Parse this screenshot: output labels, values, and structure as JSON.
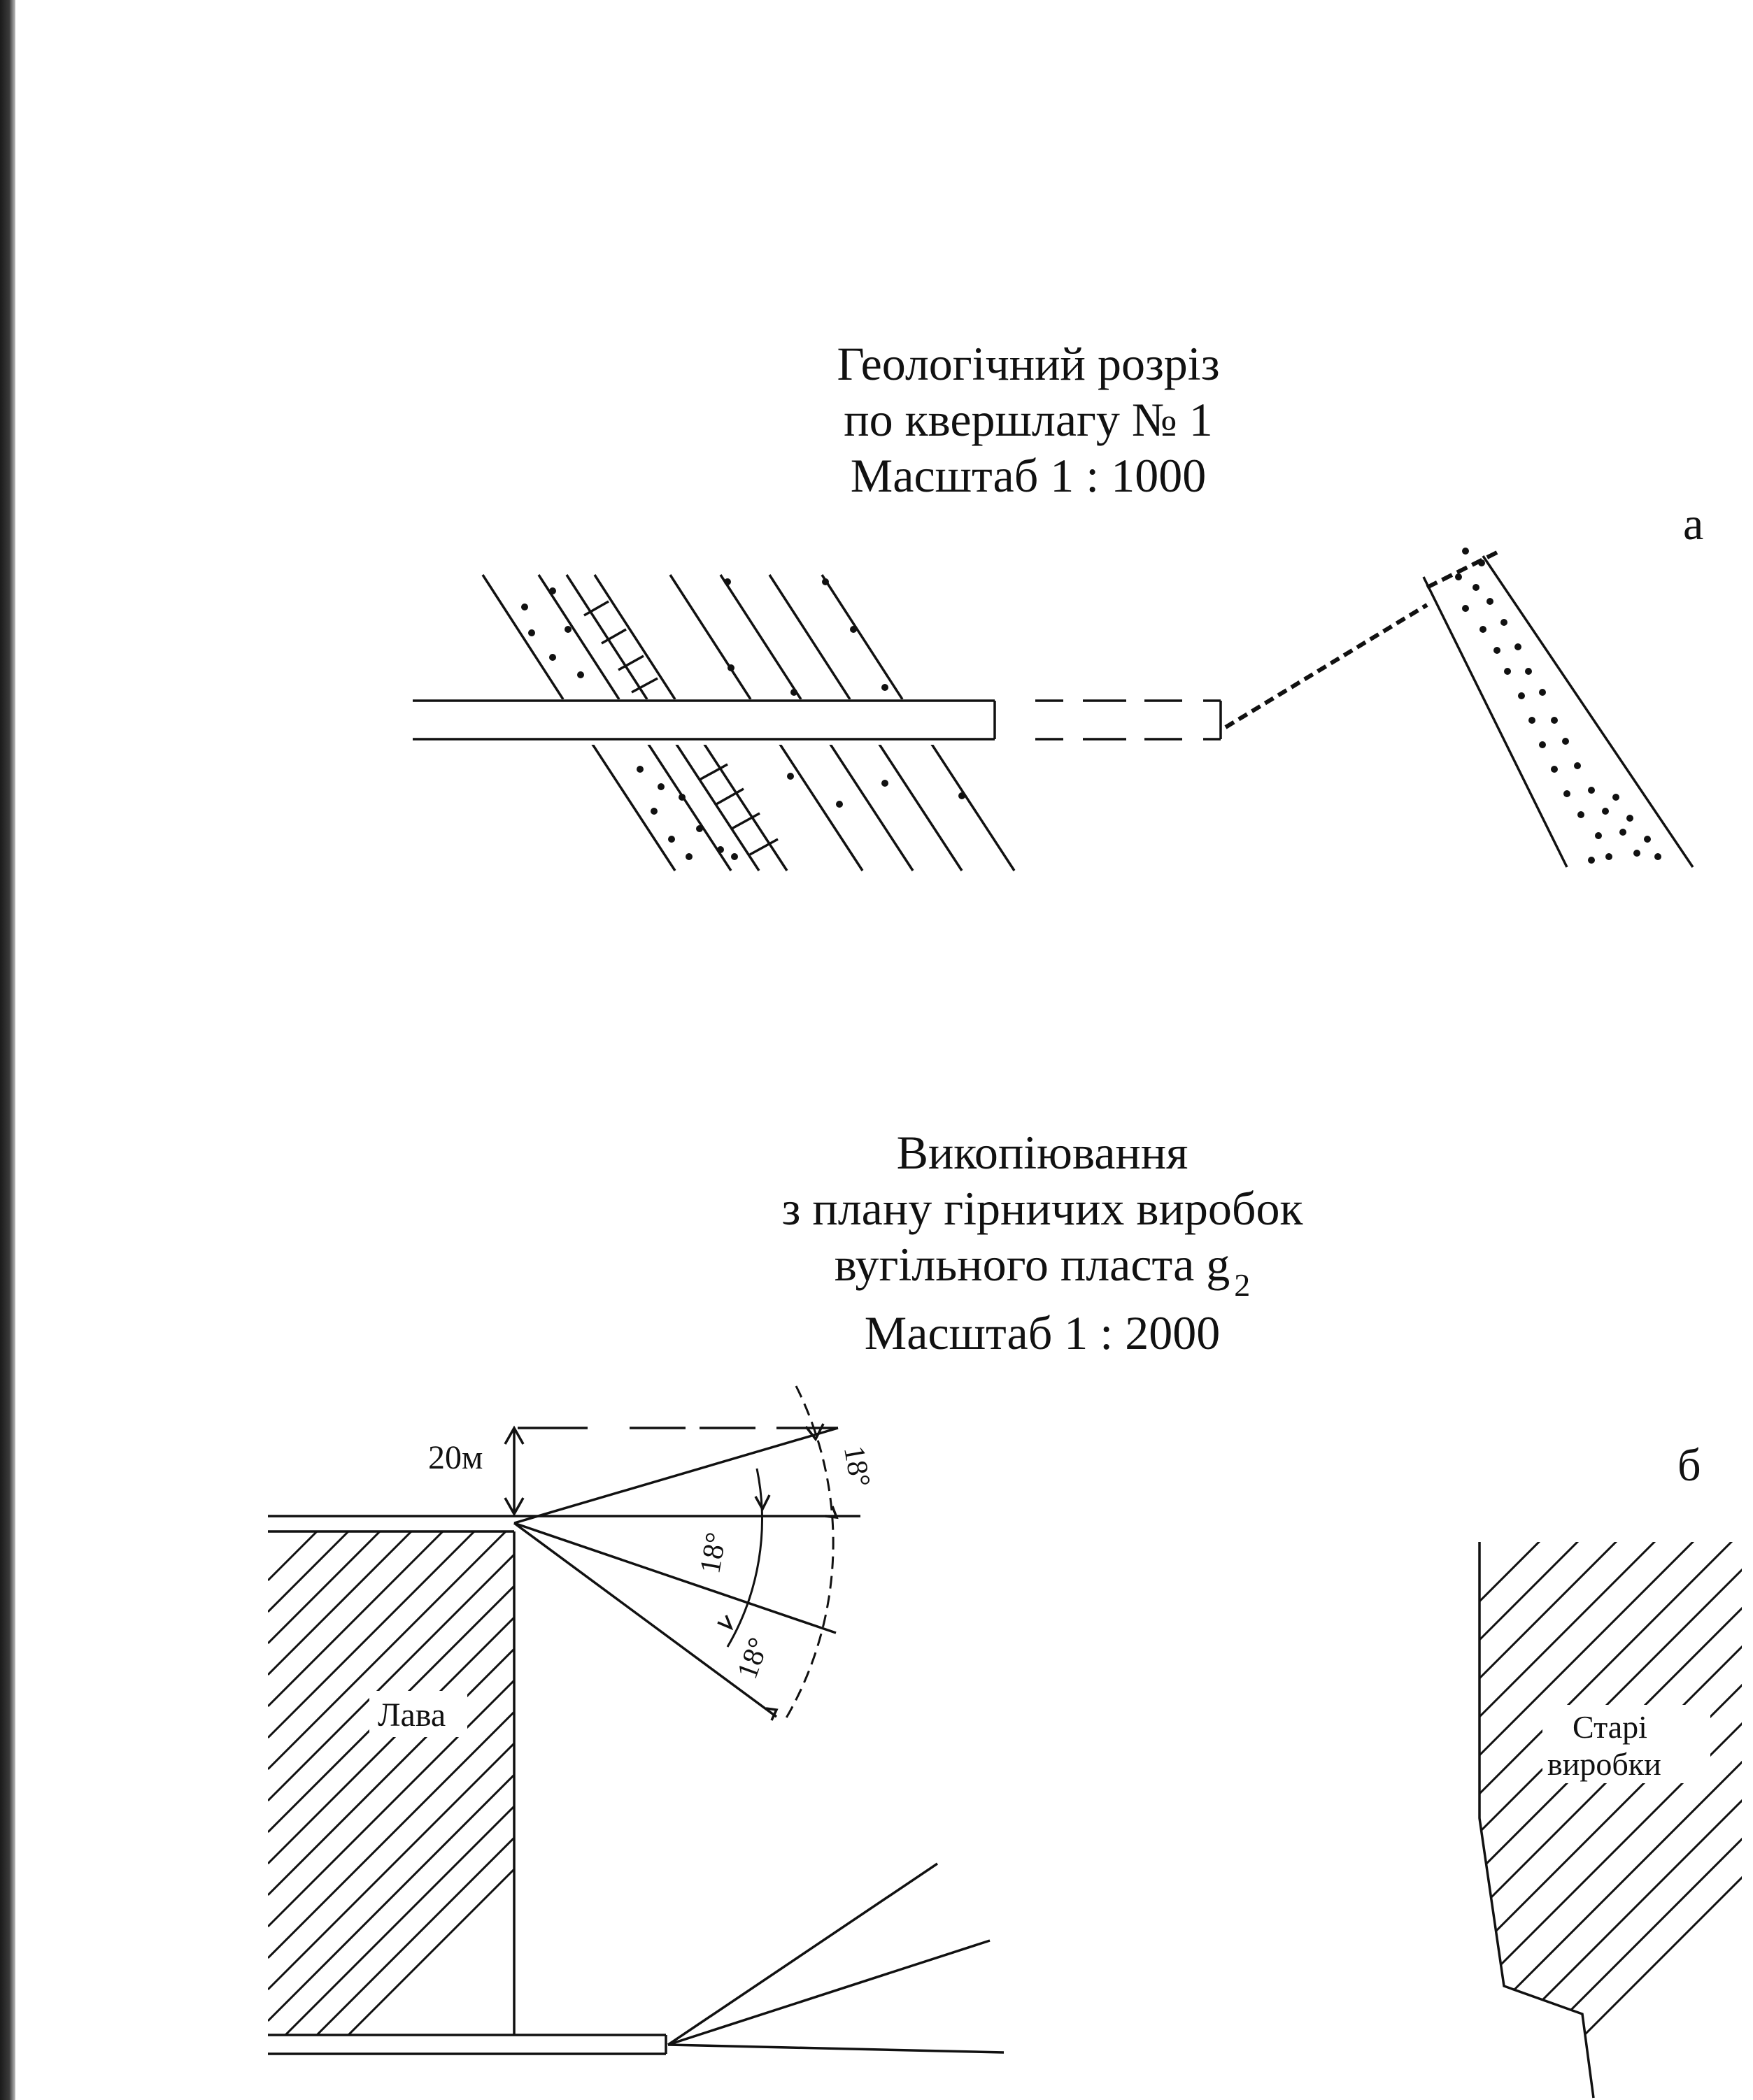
{
  "section_a": {
    "letter": "а",
    "title_line1": "Геологічний розріз",
    "title_line2": "по квершлагу № 1",
    "scale": "Масштаб 1 : 1000"
  },
  "section_b": {
    "letter": "б",
    "title_line1": "Викопіювання",
    "title_line2": "з плану гірничих виробок",
    "title_line3": "вугільного пласта g",
    "title_subscript": "2",
    "scale": "Масштаб 1 : 2000",
    "label_lava": "Лава",
    "label_distance": "20м",
    "label_old_workings_1": "Старі",
    "label_old_workings_2": "виробки",
    "angle_1": "18°",
    "angle_2": "18°",
    "angle_3": "18°"
  }
}
